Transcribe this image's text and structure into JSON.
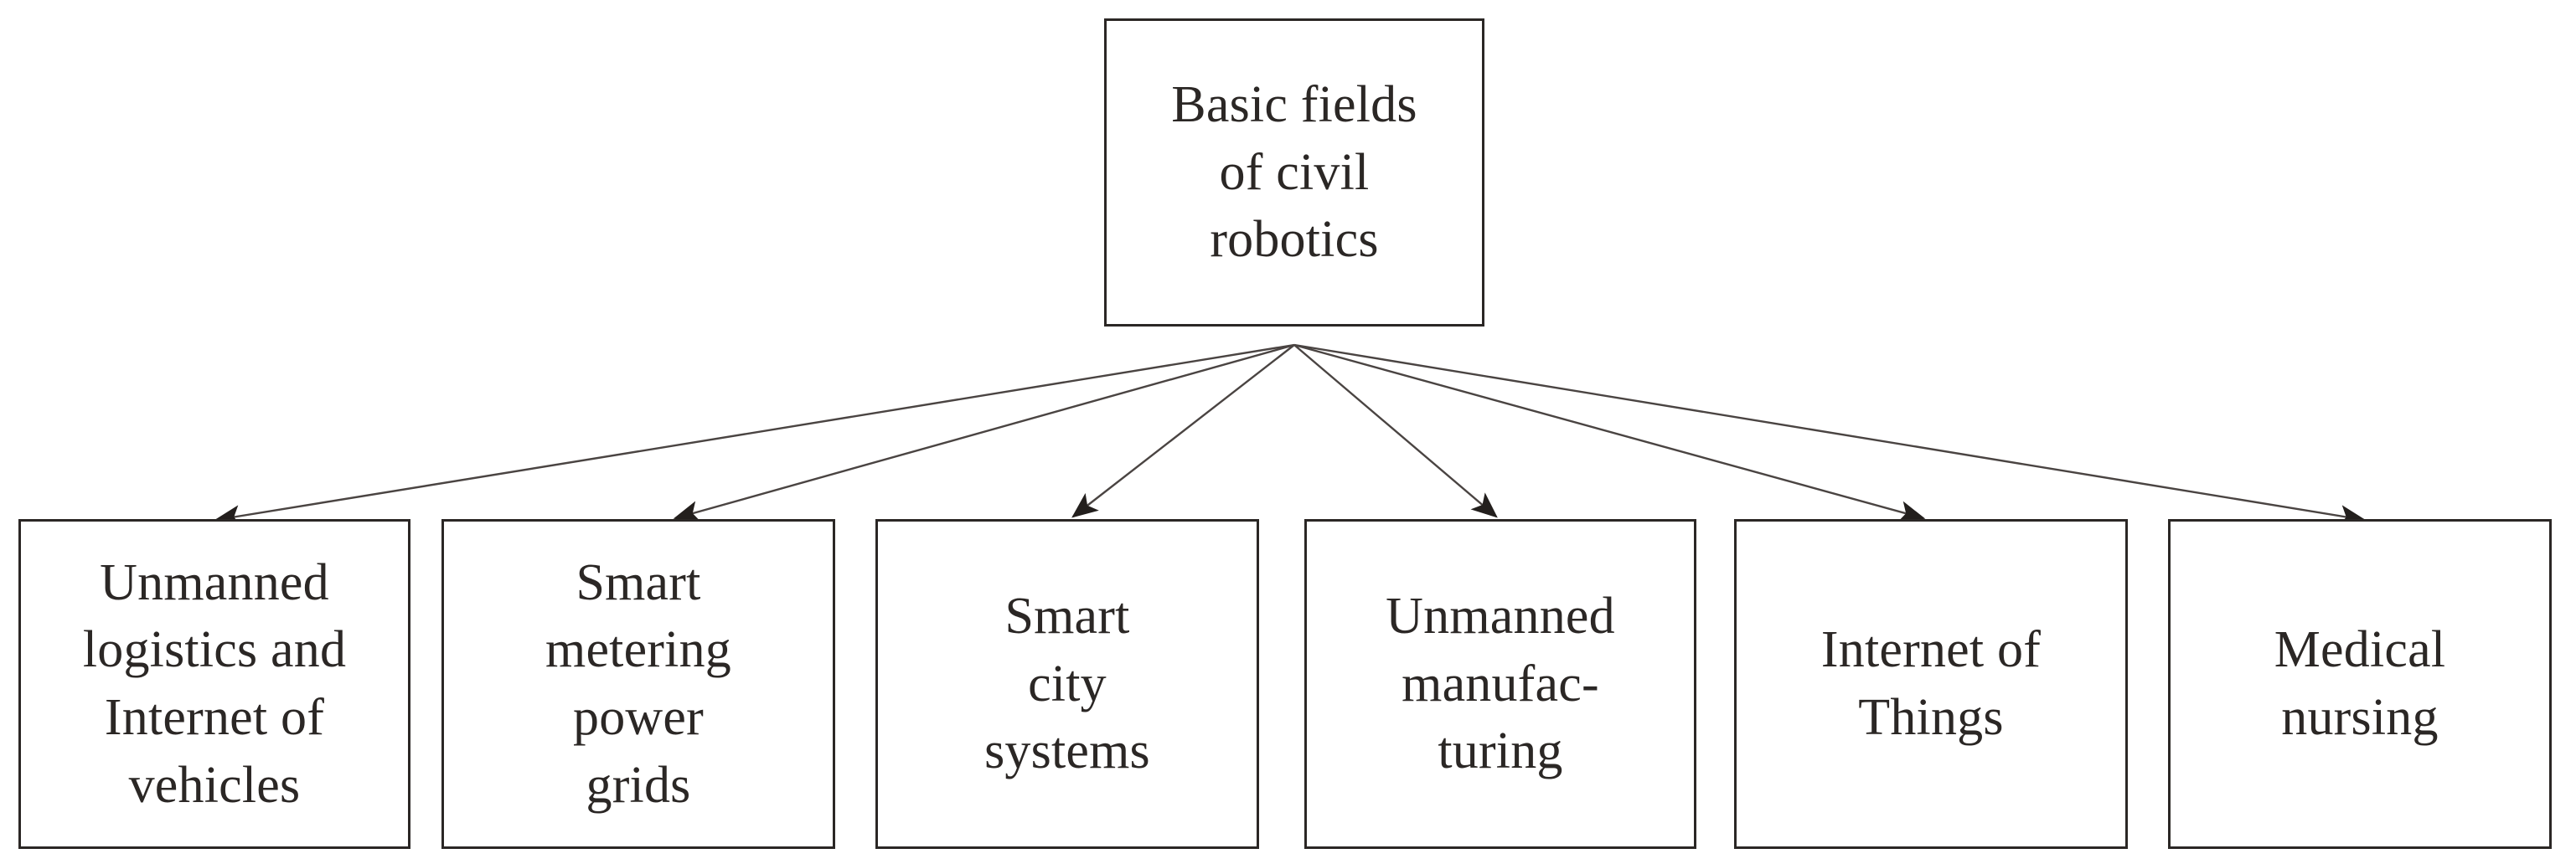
{
  "diagram": {
    "type": "tree-hierarchy",
    "orientation": "top-down",
    "background_color": "#ffffff",
    "stroke_color": "#2b2725",
    "text_color": "#2b2725",
    "root": {
      "id": "root",
      "label": "Basic fields\nof civil\nrobotics",
      "lines": [
        "Basic fields",
        "of civil",
        "robotics"
      ]
    },
    "children": [
      {
        "id": "leaf-0",
        "label": "Unmanned\nlogistics and\nInternet of\nvehicles",
        "lines": [
          "Unmanned",
          "logistics and",
          "Internet of",
          "vehicles"
        ]
      },
      {
        "id": "leaf-1",
        "label": "Smart\nmetering\npower\ngrids",
        "lines": [
          "Smart",
          "metering",
          "power",
          "grids"
        ]
      },
      {
        "id": "leaf-2",
        "label": "Smart\ncity\nsystems",
        "lines": [
          "Smart",
          "city",
          "systems"
        ]
      },
      {
        "id": "leaf-3",
        "label": "Unmanned\nmanufac-\nturing",
        "lines": [
          "Unmanned",
          "manufac-",
          "turing"
        ]
      },
      {
        "id": "leaf-4",
        "label": "Internet of\nThings",
        "lines": [
          "Internet of",
          "Things"
        ]
      },
      {
        "id": "leaf-5",
        "label": "Medical\nnursing",
        "lines": [
          "Medical",
          "nursing"
        ]
      }
    ],
    "edges": [
      {
        "id": "edge-0",
        "from": "root",
        "to": "leaf-0",
        "arrowhead": "solid-triangle"
      },
      {
        "id": "edge-1",
        "from": "root",
        "to": "leaf-1",
        "arrowhead": "solid-triangle"
      },
      {
        "id": "edge-2",
        "from": "root",
        "to": "leaf-2",
        "arrowhead": "solid-triangle"
      },
      {
        "id": "edge-3",
        "from": "root",
        "to": "leaf-3",
        "arrowhead": "solid-triangle"
      },
      {
        "id": "edge-4",
        "from": "root",
        "to": "leaf-4",
        "arrowhead": "solid-triangle"
      },
      {
        "id": "edge-5",
        "from": "root",
        "to": "leaf-5",
        "arrowhead": "solid-triangle"
      }
    ]
  }
}
